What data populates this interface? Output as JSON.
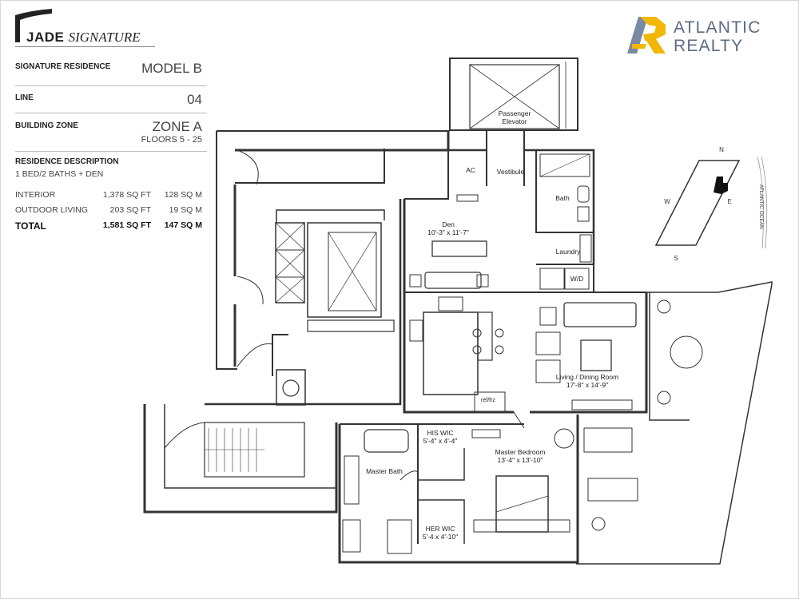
{
  "brand": {
    "jade_word": "JADE",
    "jade_signature": "SIGNATURE",
    "realty_line1": "ATLANTIC",
    "realty_line2": "REALTY",
    "colors": {
      "realty_text": "#5b6a80",
      "realty_yellow": "#f2b705",
      "realty_slate": "#7a8aa3",
      "wall": "#333333"
    }
  },
  "specs": {
    "residence_label": "SIGNATURE RESIDENCE",
    "residence_value": "MODEL B",
    "line_label": "LINE",
    "line_value": "04",
    "zone_label": "BUILDING ZONE",
    "zone_value": "ZONE A",
    "floors": "FLOORS 5 - 25",
    "description_label": "RESIDENCE DESCRIPTION",
    "description_value": "1 BED/2 BATHS + DEN",
    "areas": [
      {
        "label": "INTERIOR",
        "sqft": "1,378 SQ FT",
        "sqm": "128 SQ M"
      },
      {
        "label": "OUTDOOR LIVING",
        "sqft": "203 SQ FT",
        "sqm": "19 SQ M"
      },
      {
        "label": "TOTAL",
        "sqft": "1,581 SQ FT",
        "sqm": "147 SQ M"
      }
    ]
  },
  "rooms": {
    "elevator": "Passenger",
    "elevator2": "Elevator",
    "ac": "AC",
    "vestibule": "Vestibule",
    "bath": "Bath",
    "laundry": "Laundry",
    "wd": "W/D",
    "den": "Den",
    "den_size": "10'-3\" x 11'-7\"",
    "living": "Living / Dining Room",
    "living_size": "17'-8\" x 14'-9\"",
    "reffrz": "ref/frz",
    "his_wic": "HIS WIC",
    "his_wic_size": "5'-4\" x 4'-4\"",
    "master_bath": "Master Bath",
    "master_bedroom": "Master Bedroom",
    "master_bedroom_size": "13'-4\" x 13'-10\"",
    "her_wic": "HER WIC",
    "her_wic_size": "5'-4 x 4'-10\""
  },
  "compass": {
    "n": "N",
    "s": "S",
    "e": "E",
    "w": "W",
    "ocean": "ATLANTIC OCEAN"
  }
}
